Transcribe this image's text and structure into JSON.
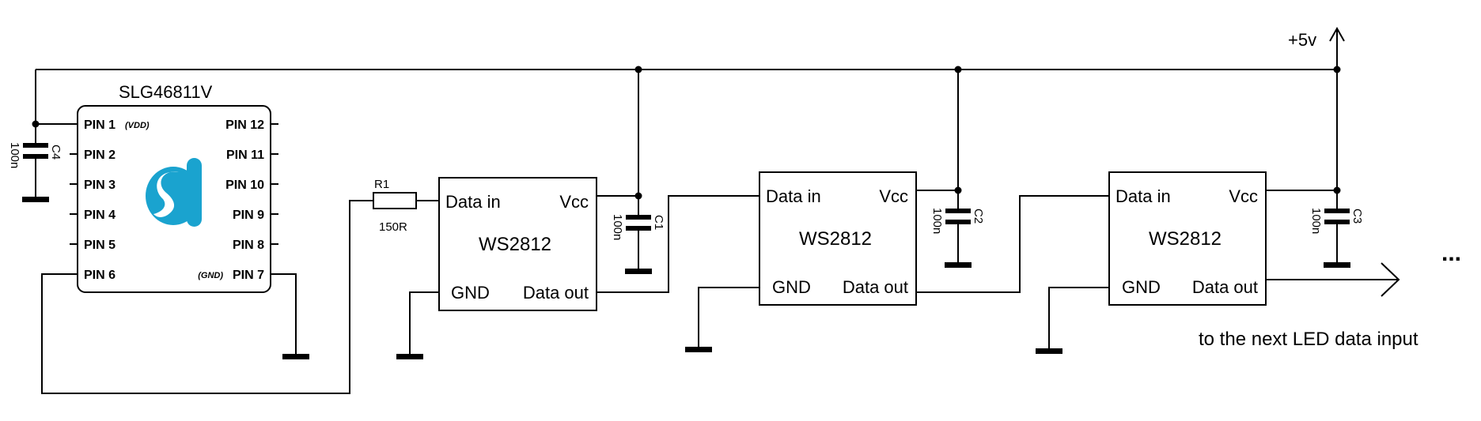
{
  "supply": {
    "label": "+5v"
  },
  "ic": {
    "name": "SLG46811V",
    "pins_left": [
      {
        "label": "PIN 1",
        "note": "(VDD)"
      },
      {
        "label": "PIN 2",
        "note": ""
      },
      {
        "label": "PIN 3",
        "note": ""
      },
      {
        "label": "PIN 4",
        "note": ""
      },
      {
        "label": "PIN 5",
        "note": ""
      },
      {
        "label": "PIN 6",
        "note": ""
      }
    ],
    "pins_right": [
      {
        "label": "PIN 12",
        "note": ""
      },
      {
        "label": "PIN 11",
        "note": ""
      },
      {
        "label": "PIN 10",
        "note": ""
      },
      {
        "label": "PIN 9",
        "note": ""
      },
      {
        "label": "PIN 8",
        "note": ""
      },
      {
        "label": "PIN 7",
        "note": "(GND)"
      }
    ],
    "logo_icon": "silego-logo-icon",
    "logo_color": "#1aa3cf"
  },
  "resistor": {
    "ref": "R1",
    "value": "150R"
  },
  "capacitors": [
    {
      "ref": "C4",
      "value": "100n"
    },
    {
      "ref": "C1",
      "value": "100n"
    },
    {
      "ref": "C2",
      "value": "100n"
    },
    {
      "ref": "C3",
      "value": "100n"
    }
  ],
  "leds": [
    {
      "name": "WS2812",
      "data_in": "Data in",
      "vcc": "Vcc",
      "gnd": "GND",
      "data_out": "Data out"
    },
    {
      "name": "WS2812",
      "data_in": "Data in",
      "vcc": "Vcc",
      "gnd": "GND",
      "data_out": "Data out"
    },
    {
      "name": "WS2812",
      "data_in": "Data in",
      "vcc": "Vcc",
      "gnd": "GND",
      "data_out": "Data out"
    }
  ],
  "next_note": "to the next LED data input",
  "continuation": "..."
}
